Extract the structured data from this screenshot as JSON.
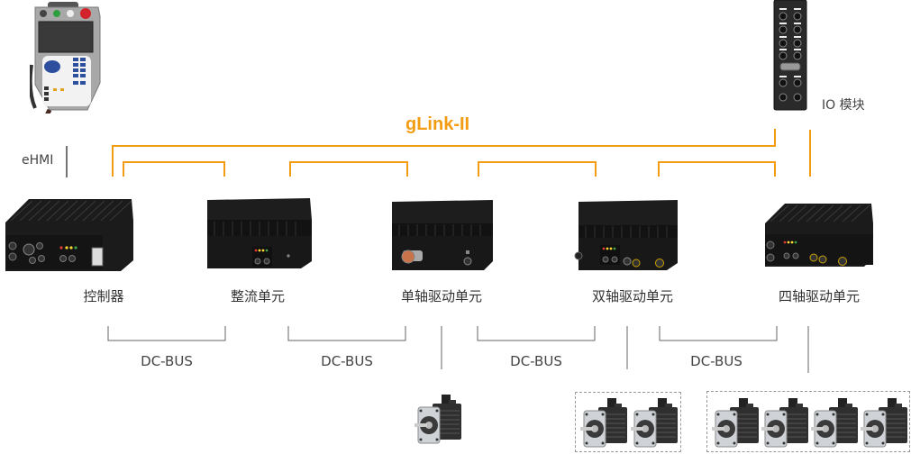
{
  "network": {
    "name": "gLink-II",
    "color": "#f39c12"
  },
  "devices": {
    "teach_pendant": {
      "label": "eHMI"
    },
    "io_module": {
      "label": "IO 模块"
    },
    "units": [
      {
        "id": "controller",
        "label": "控制器"
      },
      {
        "id": "rectifier",
        "label": "整流单元"
      },
      {
        "id": "single-axis-drive",
        "label": "单轴驱动单元",
        "motors": 1
      },
      {
        "id": "dual-axis-drive",
        "label": "双轴驱动单元",
        "motors": 2
      },
      {
        "id": "quad-axis-drive",
        "label": "四轴驱动单元",
        "motors": 4
      }
    ]
  },
  "dc_bus": {
    "label": "DC-BUS",
    "color": "#666666",
    "segments": [
      "DC-BUS",
      "DC-BUS",
      "DC-BUS",
      "DC-BUS"
    ]
  }
}
